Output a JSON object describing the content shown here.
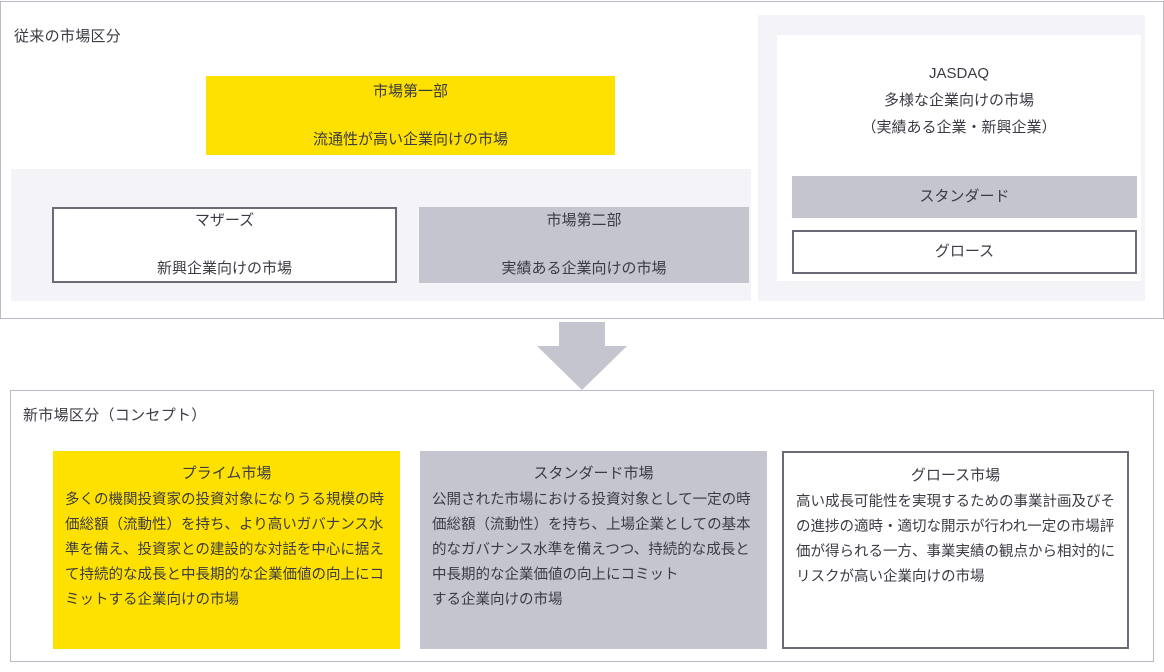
{
  "legacy_section": {
    "title": "従来の市場区分",
    "first_section": {
      "name": "市場第一部",
      "desc": "流通性が高い企業向けの市場",
      "color": "#ffe100"
    },
    "mothers": {
      "name": "マザーズ",
      "desc": "新興企業向けの市場",
      "color": "#ffffff"
    },
    "second_section": {
      "name": "市場第二部",
      "desc": "実績ある企業向けの市場",
      "color": "#c4c5ce"
    },
    "jasdaq": {
      "name": "JASDAQ",
      "desc_line1": "多様な企業向けの市場",
      "desc_line2": "（実績ある企業・新興企業）",
      "standard_label": "スタンダード",
      "growth_label": "グロース",
      "standard_color": "#c4c5ce",
      "growth_color": "#ffffff"
    }
  },
  "arrow": {
    "name": "down-arrow",
    "color": "#c4c5ce"
  },
  "new_section": {
    "title": "新市場区分（コンセプト）",
    "cards": [
      {
        "title": "プライム市場",
        "body": "多くの機関投資家の投資対象になりうる規模の時価総額（流動性）を持ち、より高いガバナンス水準を備え、投資家との建設的な対話を中心に据えて持続的な成長と中長期的な企業価値の向上にコミットする企業向けの市場",
        "color": "#ffe100"
      },
      {
        "title": "スタンダード市場",
        "body": "公開された市場における投資対象として一定の時価総額（流動性）を持ち、上場企業としての基本的なガバナンス水準を備えつつ、持続的な成長と中長期的な企業価値の向上にコミット\nする企業向けの市場",
        "color": "#c4c5ce"
      },
      {
        "title": "グロース市場",
        "body": "高い成長可能性を実現するための事業計画及びその進捗の適時・適切な開示が行われ一定の市場評価が得られる一方、事業実績の観点から相対的にリスクが高い企業向けの市場",
        "color": "#ffffff"
      }
    ]
  }
}
